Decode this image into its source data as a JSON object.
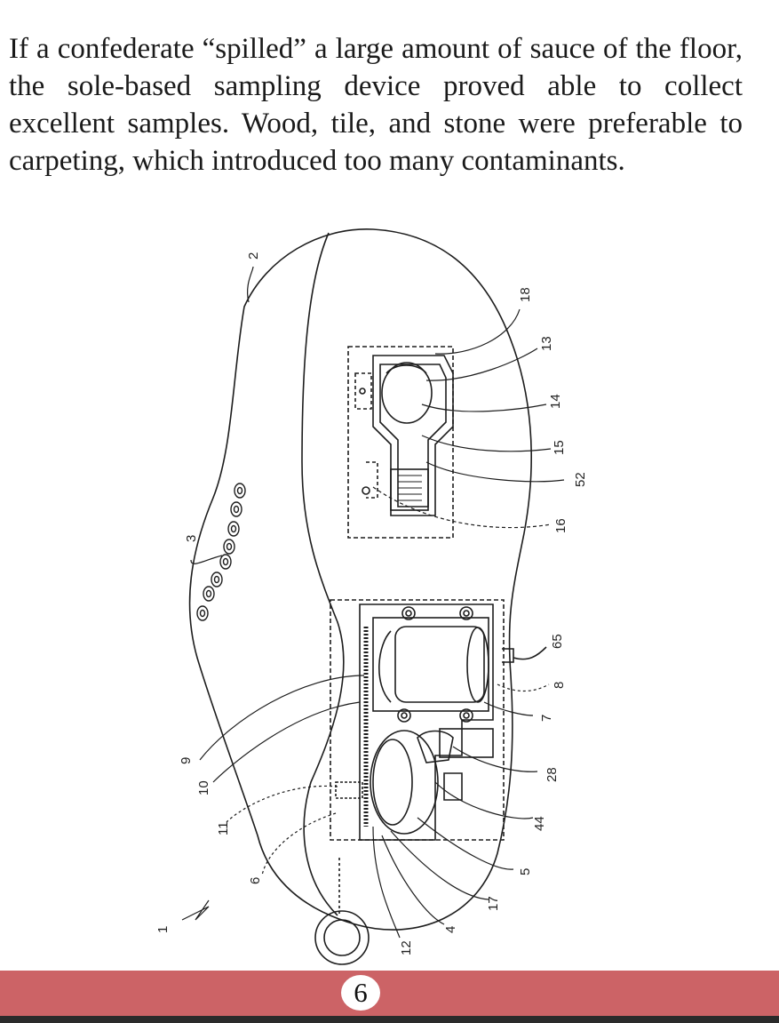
{
  "body_text": "If a confederate “spilled” a large amount of sauce of the floor, the sole-based sampling device proved able to collect excellent samples. Wood, tile, and stone were preferable to carpeting, which introduced too many contaminants.",
  "figure": {
    "reference_numerals": {
      "n1": "1",
      "n2": "2",
      "n3": "3",
      "n4": "4",
      "n5": "5",
      "n6": "6",
      "n7": "7",
      "n8": "8",
      "n9": "9",
      "n10": "10",
      "n11": "11",
      "n12": "12",
      "n13": "13",
      "n14": "14",
      "n15": "15",
      "n16": "16",
      "n17": "17",
      "n18": "18",
      "n28": "28",
      "n44": "44",
      "n52": "52",
      "n65": "65"
    }
  },
  "footer": {
    "page_number": "6",
    "band_color": "#cc6366"
  }
}
